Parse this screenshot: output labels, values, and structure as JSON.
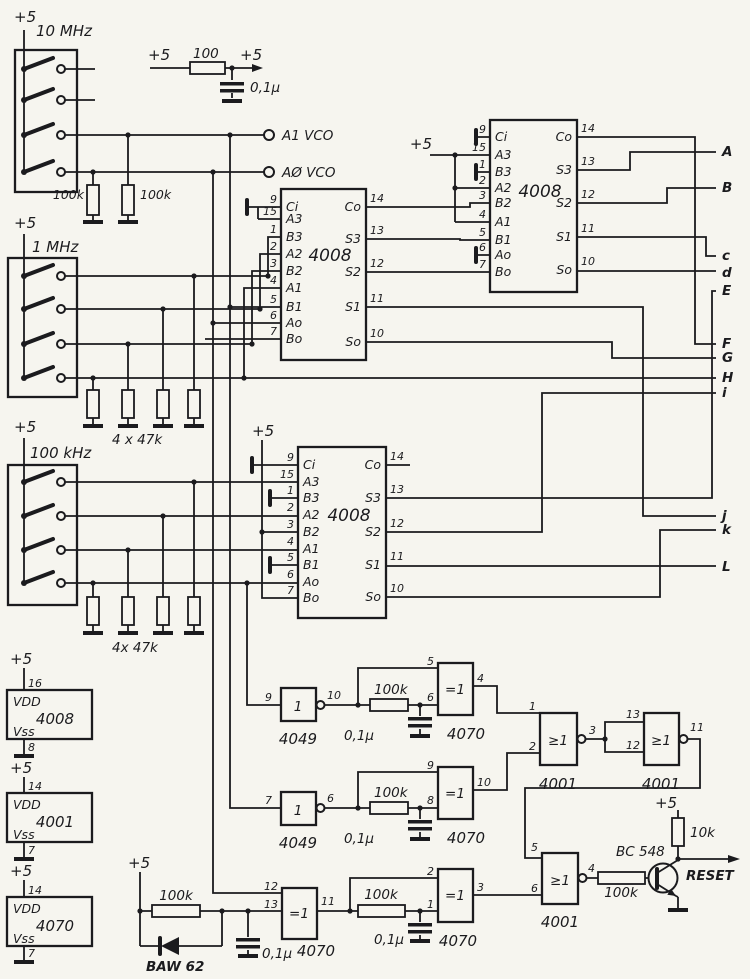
{
  "palette": {
    "ink": "#1b1b1e",
    "paper": "#f6f5ef"
  },
  "banks": [
    {
      "label": "10 MHz",
      "vcc": "+5",
      "pull_r1": "100k",
      "pull_r2": "100k"
    },
    {
      "label": "1 MHz",
      "vcc": "+5",
      "pulldown": "4 x 47k"
    },
    {
      "label": "100 kHz",
      "vcc": "+5",
      "pulldown": "4x 47k"
    }
  ],
  "filter": {
    "vcc_in": "+5",
    "r": "100",
    "vcc_out": "+5",
    "cap": "0,1µ"
  },
  "vco": {
    "a1": "A1 VCO",
    "a0": "AØ VCO"
  },
  "adders": [
    {
      "name": "4008",
      "lp": [
        {
          "n": "9",
          "l": "Ci"
        },
        {
          "n": "15",
          "l": "A3"
        },
        {
          "n": "1",
          "l": "B3"
        },
        {
          "n": "2",
          "l": "A2"
        },
        {
          "n": "3",
          "l": "B2"
        },
        {
          "n": "4",
          "l": "A1"
        },
        {
          "n": "5",
          "l": "B1"
        },
        {
          "n": "6",
          "l": "Ao"
        },
        {
          "n": "7",
          "l": "Bo"
        }
      ],
      "rp": [
        {
          "n": "14",
          "l": "Co"
        },
        {
          "n": "13",
          "l": "S3"
        },
        {
          "n": "12",
          "l": "S2"
        },
        {
          "n": "11",
          "l": "S1"
        },
        {
          "n": "10",
          "l": "So"
        }
      ]
    },
    {
      "name": "4008",
      "vcc": "+5",
      "lp": [
        {
          "n": "9",
          "l": "Ci"
        },
        {
          "n": "15",
          "l": "A3"
        },
        {
          "n": "1",
          "l": "B3"
        },
        {
          "n": "2",
          "l": "A2"
        },
        {
          "n": "3",
          "l": "B2"
        },
        {
          "n": "4",
          "l": "A1"
        },
        {
          "n": "5",
          "l": "B1"
        },
        {
          "n": "6",
          "l": "Ao"
        },
        {
          "n": "7",
          "l": "Bo"
        }
      ],
      "rp": [
        {
          "n": "14",
          "l": "Co"
        },
        {
          "n": "13",
          "l": "S3"
        },
        {
          "n": "12",
          "l": "S2"
        },
        {
          "n": "11",
          "l": "S1"
        },
        {
          "n": "10",
          "l": "So"
        }
      ]
    },
    {
      "name": "4008",
      "vcc": "+5",
      "lp": [
        {
          "n": "9",
          "l": "Ci"
        },
        {
          "n": "15",
          "l": "A3"
        },
        {
          "n": "1",
          "l": "B3"
        },
        {
          "n": "2",
          "l": "A2"
        },
        {
          "n": "3",
          "l": "B2"
        },
        {
          "n": "4",
          "l": "A1"
        },
        {
          "n": "5",
          "l": "B1"
        },
        {
          "n": "6",
          "l": "Ao"
        },
        {
          "n": "7",
          "l": "Bo"
        }
      ],
      "rp": [
        {
          "n": "14",
          "l": "Co"
        },
        {
          "n": "13",
          "l": "S3"
        },
        {
          "n": "12",
          "l": "S2"
        },
        {
          "n": "11",
          "l": "S1"
        },
        {
          "n": "10",
          "l": "So"
        }
      ]
    }
  ],
  "bus_letters": [
    "A",
    "B",
    "c",
    "d",
    "E",
    "F",
    "G",
    "H",
    "i",
    "j",
    "k",
    "L"
  ],
  "power_boxes": [
    {
      "vcc": "+5",
      "top_pin": "16",
      "vdd": "VDD",
      "name": "4008",
      "vss": "Vss",
      "bottom_pin": "8"
    },
    {
      "vcc": "+5",
      "top_pin": "14",
      "vdd": "VDD",
      "name": "4001",
      "vss": "Vss",
      "bottom_pin": "7"
    },
    {
      "vcc": "+5",
      "top_pin": "14",
      "vdd": "VDD",
      "name": "4070",
      "vss": "Vss",
      "bottom_pin": "7"
    }
  ],
  "inverters": [
    {
      "sym": "1",
      "in": "9",
      "out": "10",
      "name": "4049"
    },
    {
      "sym": "1",
      "in": "7",
      "out": "6",
      "name": "4049"
    }
  ],
  "xors": [
    {
      "sym": "=1",
      "a": "5",
      "b": "6",
      "out": "4",
      "name": "4070",
      "r": "100k",
      "cap": "0,1µ"
    },
    {
      "sym": "=1",
      "a": "9",
      "b": "8",
      "out": "10",
      "name": "4070",
      "r": "100k",
      "cap": "0,1µ"
    },
    {
      "sym": "=1",
      "a": "2",
      "b": "1",
      "out": "3",
      "name": "4070",
      "r": "100k",
      "cap": "0,1µ"
    },
    {
      "sym": "=1",
      "a": "12",
      "b": "13",
      "out": "11",
      "name": "4070"
    }
  ],
  "nors": [
    {
      "sym": "≥1",
      "a": "1",
      "b": "2",
      "out": "3",
      "name": "4001"
    },
    {
      "sym": "≥1",
      "a": "13",
      "b": "12",
      "out": "11",
      "name": "4001"
    },
    {
      "sym": "≥1",
      "a": "5",
      "b": "6",
      "out": "4",
      "name": "4001"
    }
  ],
  "reset": {
    "vcc": "+5",
    "pullup": "10k",
    "base_r": "100k",
    "transistor": "BC 548",
    "label": "RESET"
  },
  "por": {
    "vcc": "+5",
    "r": "100k",
    "diode": "BAW 62",
    "cap": "0,1µ"
  }
}
